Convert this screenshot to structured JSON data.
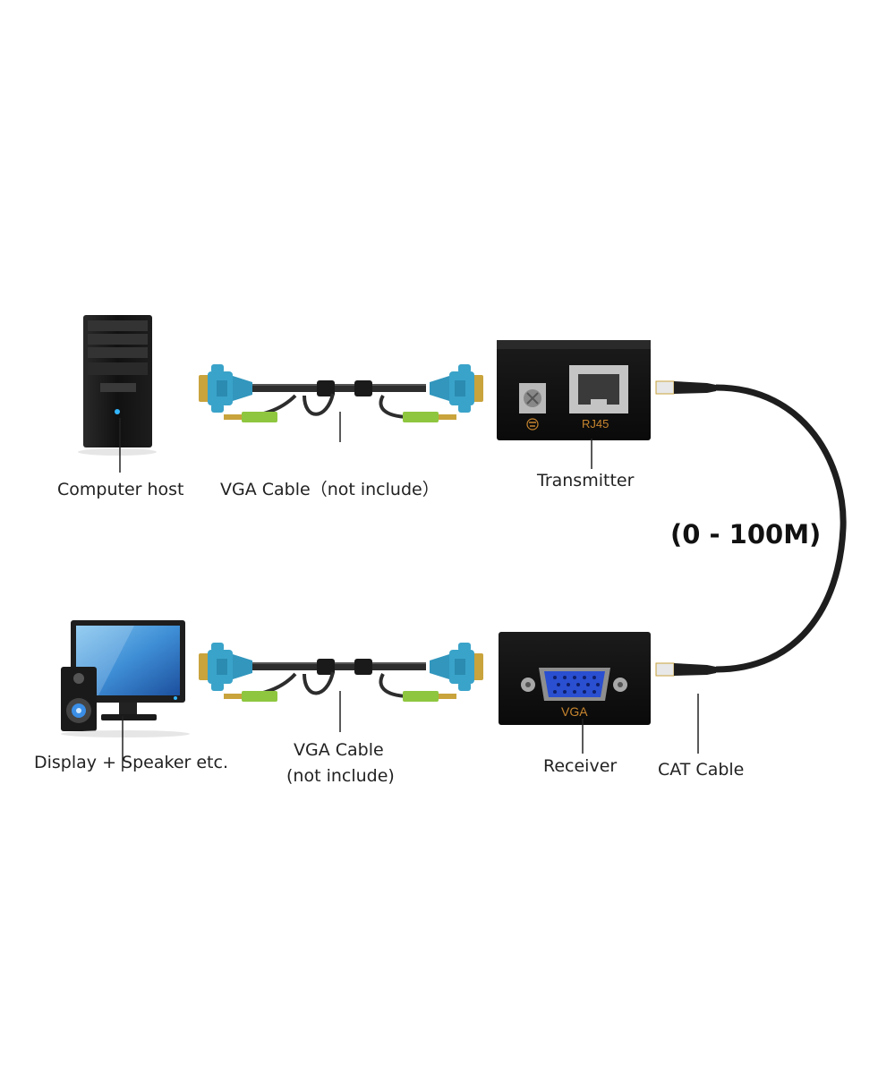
{
  "labels": {
    "computer_host": "Computer host",
    "vga_cable_top": "VGA Cable（not include）",
    "transmitter": "Transmitter",
    "distance": "(0 - 100M)",
    "display_speaker": "Display + Speaker etc.",
    "vga_cable_bottom_line1": "VGA Cable",
    "vga_cable_bottom_line2": "(not include)",
    "receiver": "Receiver",
    "cat_cable": "CAT Cable"
  },
  "ports": {
    "rj45": "RJ45",
    "vga": "VGA"
  },
  "colors": {
    "device_body": "#111111",
    "vga_connector": "#3aa3c9",
    "audio_plug": "#8ec63f",
    "cable": "#1e1e1e",
    "port_label": "#c7852e",
    "vga_port": "#2a4fd0"
  }
}
